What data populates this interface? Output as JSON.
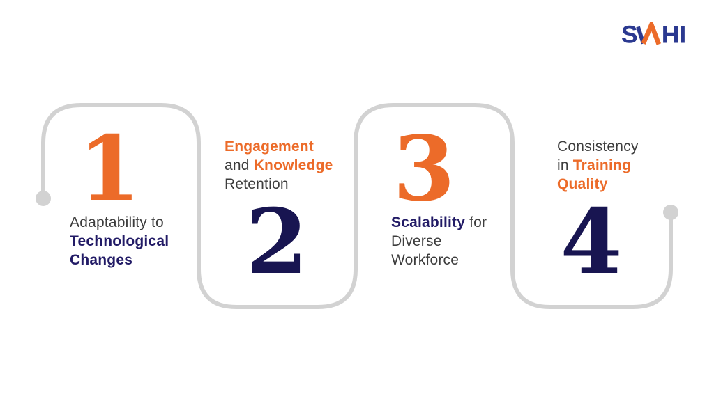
{
  "brand": {
    "name": "SAHI",
    "logo": {
      "s": "S",
      "a": "A",
      "hi": "HI"
    }
  },
  "colors": {
    "background": "#ffffff",
    "orange": "#ec6b29",
    "navy-number": "#181551",
    "navy-text": "#221b66",
    "gray-text": "#3d3d3d",
    "path-gray": "#d2d2d2",
    "logo-blue": "#2b3990"
  },
  "steps": [
    {
      "number": "1",
      "accent": "orange",
      "text": {
        "l1a": "Adaptability to",
        "l2a": "Technological",
        "l3a": "Changes"
      }
    },
    {
      "number": "2",
      "accent": "navy",
      "text": {
        "l1a": "Engagement",
        "l2a": "and ",
        "l2b": "Knowledge",
        "l3a": "Retention"
      }
    },
    {
      "number": "3",
      "accent": "orange",
      "text": {
        "l1a": "Scalability",
        "l1b": " for",
        "l2a": "Diverse",
        "l3a": "Workforce"
      }
    },
    {
      "number": "4",
      "accent": "navy",
      "text": {
        "l1a": "Consistency",
        "l2a": "in ",
        "l2b": "Training",
        "l3a": "Quality"
      }
    }
  ]
}
